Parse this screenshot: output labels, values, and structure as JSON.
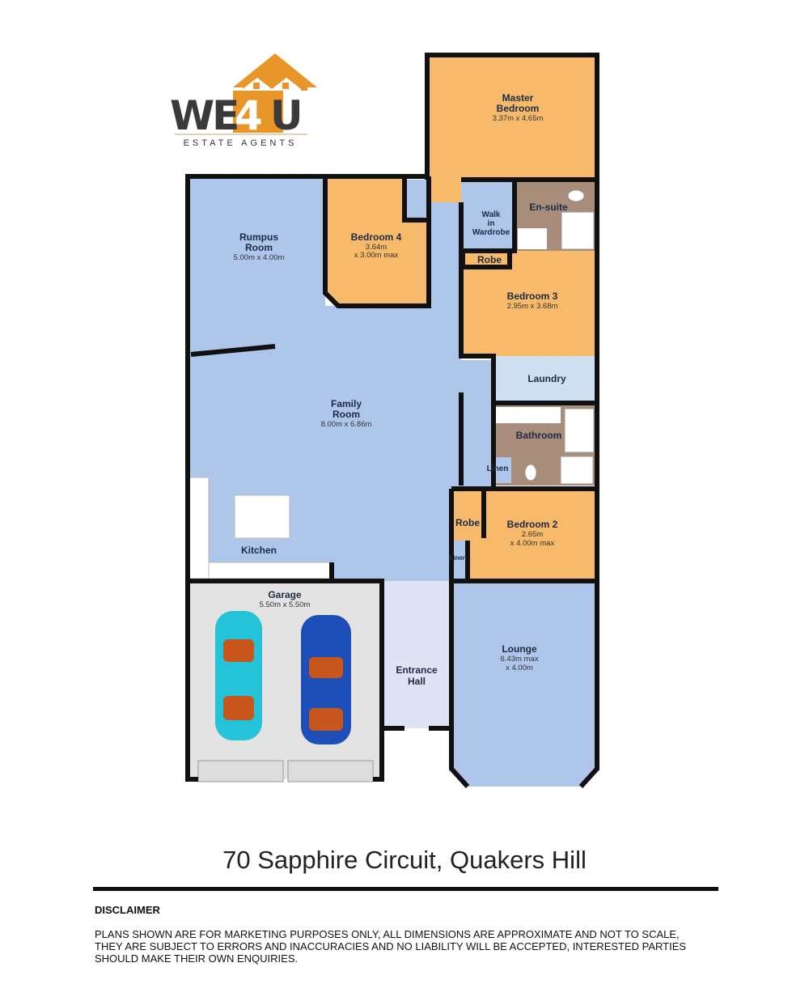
{
  "logo": {
    "brand": "WE4U",
    "tagline": "ESTATE AGENTS",
    "colors": {
      "orange": "#e8962a",
      "dark": "#3a3a3a"
    }
  },
  "rooms": {
    "master": {
      "name1": "Master",
      "name2": "Bedroom",
      "dims": "3.37m x 4.65m"
    },
    "rumpus": {
      "name1": "Rumpus",
      "name2": "Room",
      "dims": "5.00m x 4.00m"
    },
    "bed4": {
      "name": "Bedroom 4",
      "dims1": "3.64m",
      "dims2": "x 3.00m max"
    },
    "wir": {
      "name1": "Walk",
      "name2": "in",
      "name3": "Wardrobe"
    },
    "ensuite": {
      "name": "En-suite"
    },
    "robe3": {
      "name": "Robe"
    },
    "bed3": {
      "name": "Bedroom 3",
      "dims": "2.95m x 3.68m"
    },
    "laundry": {
      "name": "Laundry"
    },
    "family": {
      "name1": "Family",
      "name2": "Room",
      "dims": "8.00m x 6.86m"
    },
    "bathroom": {
      "name": "Bathroom"
    },
    "linen1": {
      "name": "Linen"
    },
    "robe2": {
      "name": "Robe"
    },
    "bed2": {
      "name": "Bedroom 2",
      "dims1": "2.65m",
      "dims2": "x 4.00m max"
    },
    "linen2": {
      "name": "Linen"
    },
    "kitchen": {
      "name": "Kitchen"
    },
    "garage": {
      "name": "Garage",
      "dims": "5.50m x 5.50m"
    },
    "entrance": {
      "name1": "Entrance",
      "name2": "Hall"
    },
    "lounge": {
      "name": "Lounge",
      "dims1": "6.43m max",
      "dims2": "x 4.00m"
    }
  },
  "colors": {
    "bedroom": "#f7b96a",
    "living": "#adc6ea",
    "wet": "#a88d7b",
    "laundry": "#cddff0",
    "garage": "#e3e3e3",
    "entrance": "#dfe4f4"
  },
  "address": "70 Sapphire Circuit, Quakers Hill",
  "disclaimer": {
    "title": "DISCLAIMER",
    "text": "PLANS SHOWN ARE FOR MARKETING PURPOSES ONLY, ALL DIMENSIONS ARE APPROXIMATE AND NOT TO SCALE, THEY ARE SUBJECT TO ERRORS AND INACCURACIES AND NO LIABILITY WILL BE ACCEPTED, INTERESTED PARTIES SHOULD MAKE THEIR OWN ENQUIRIES."
  }
}
